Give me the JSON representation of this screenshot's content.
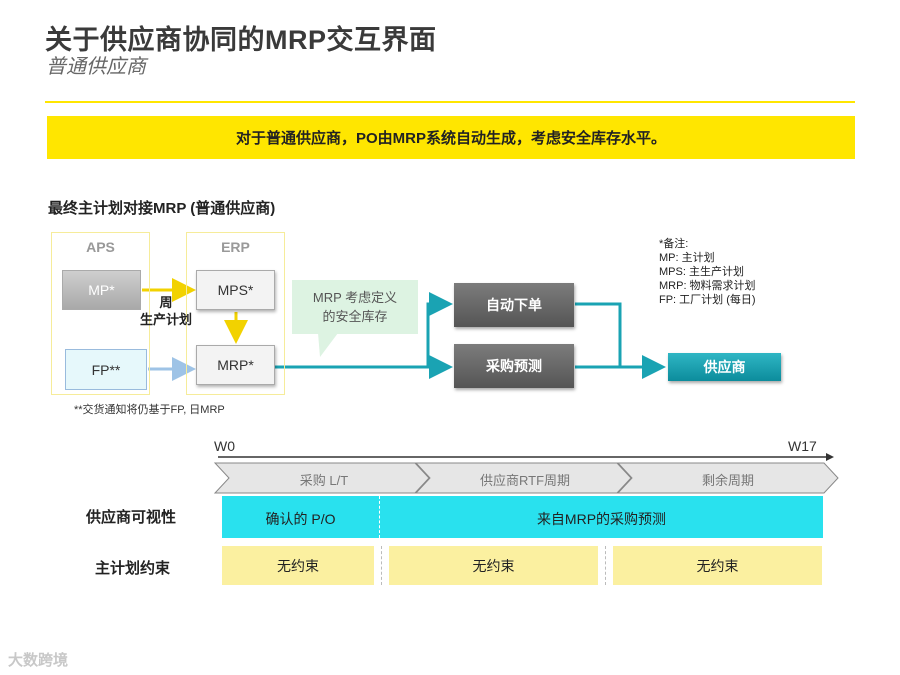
{
  "header": {
    "title": "关于供应商协同的MRP交互界面",
    "subtitle": "普通供应商"
  },
  "banner": {
    "text": "对于普通供应商，PO由MRP系统自动生成，考虑安全库存水平。"
  },
  "diagram": {
    "section_title": "最终主计划对接MRP (普通供应商)",
    "aps_label": "APS",
    "erp_label": "ERP",
    "mp": "MP*",
    "fp": "FP**",
    "mps": "MPS*",
    "mrp": "MRP*",
    "week_label_line1": "周",
    "week_label_line2": "生产计划",
    "callout_line1": "MRP 考虑定义",
    "callout_line2": "的安全库存",
    "auto_order": "自动下单",
    "purchase_forecast": "采购预测",
    "supplier": "供应商",
    "footnote": "**交货通知将仍基于FP, 日MRP",
    "notes": [
      "*备注:",
      "MP: 主计划",
      "MPS: 主生产计划",
      "MRP: 物料需求计划",
      "FP: 工厂计划 (每日)"
    ],
    "colors": {
      "accent_yellow": "#ffe600",
      "teal": "#1aa3b3",
      "cyan": "#29e1ee",
      "light_yellow": "#fbf0a0"
    }
  },
  "timeline": {
    "start": "W0",
    "end": "W17",
    "phases": [
      "采购 L/T",
      "供应商RTF周期",
      "剩余周期"
    ],
    "rows": [
      {
        "label": "供应商可视性",
        "segments": [
          "确认的 P/O",
          "来自MRP的采购预测"
        ]
      },
      {
        "label": "主计划约束",
        "segments": [
          "无约束",
          "无约束",
          "无约束"
        ]
      }
    ]
  },
  "watermark": "大数跨境"
}
